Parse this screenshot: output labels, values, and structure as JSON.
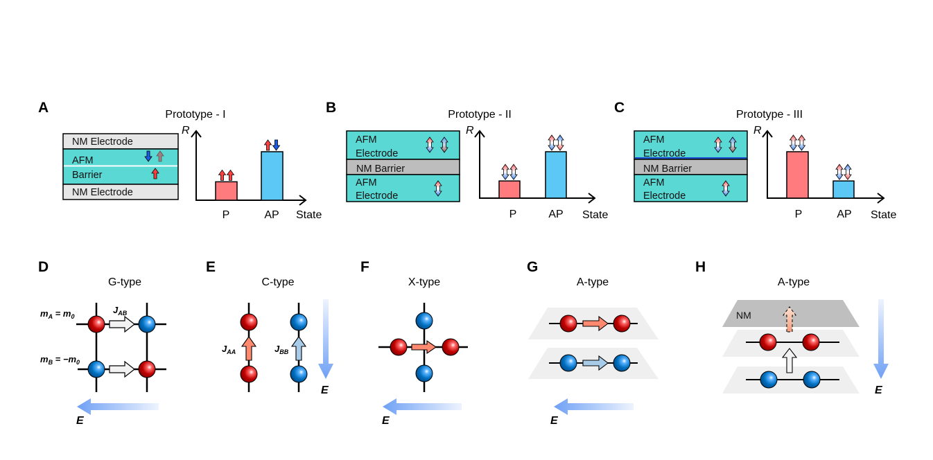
{
  "figure": {
    "panels": {
      "A": {
        "letter": "A",
        "title": "Prototype - I",
        "layers": [
          "NM Electrode",
          "AFM",
          "Barrier",
          "NM Electrode"
        ],
        "axis": {
          "y": "R",
          "x": "State"
        },
        "categories": [
          "P",
          "AP"
        ],
        "relative_resistance": {
          "P": 0.38,
          "AP": 1.0
        },
        "bar_spins": {
          "P": [
            "up-red",
            "up-red"
          ],
          "AP": [
            "up-red",
            "down-blue"
          ]
        }
      },
      "B": {
        "letter": "B",
        "title": "Prototype - II",
        "layers": [
          "AFM",
          "Electrode",
          "NM Barrier",
          "AFM",
          "Electrode"
        ],
        "axis": {
          "y": "R",
          "x": "State"
        },
        "categories": [
          "P",
          "AP"
        ],
        "relative_resistance": {
          "P": 0.37,
          "AP": 1.0
        }
      },
      "C": {
        "letter": "C",
        "title": "Prototype - III",
        "layers": [
          "AFM",
          "Electrode",
          "NM Barrier",
          "AFM",
          "Electrode"
        ],
        "axis": {
          "y": "R",
          "x": "State"
        },
        "categories": [
          "P",
          "AP"
        ],
        "relative_resistance": {
          "P": 1.0,
          "AP": 0.37
        }
      },
      "D": {
        "letter": "D",
        "title": "G-type",
        "mA": "m",
        "mA_sub": "A",
        "mA_eq": " = m",
        "mA_rhs_sub": "0",
        "mB": "m",
        "mB_sub": "B",
        "mB_eq": " = −m",
        "mB_rhs_sub": "0",
        "J": "J",
        "J_sub": "AB",
        "E": "E"
      },
      "E": {
        "letter": "E",
        "title": "C-type",
        "J1": "J",
        "J1_sub": "AA",
        "J2": "J",
        "J2_sub": "BB",
        "E": "E"
      },
      "F": {
        "letter": "F",
        "title": "X-type",
        "E": "E"
      },
      "G": {
        "letter": "G",
        "title": "A-type",
        "E": "E"
      },
      "H": {
        "letter": "H",
        "title": "A-type",
        "nm": "NM",
        "E": "E"
      }
    },
    "colors": {
      "afm_layer": "#5ad8d4",
      "nm_electrode": "#e6e6e6",
      "nm_barrier": "#bdbdbd",
      "bar_P": "#ff7b7d",
      "bar_AP": "#5bc8f5",
      "atom_red": "#c00000",
      "atom_blue": "#0070c0",
      "field_arrow": "#6fa0f5",
      "arrow_red": "#ff8a70",
      "arrow_blue": "#a8cbe8",
      "plane": "#efefef",
      "nm_plane": "#bfbfbf"
    }
  }
}
